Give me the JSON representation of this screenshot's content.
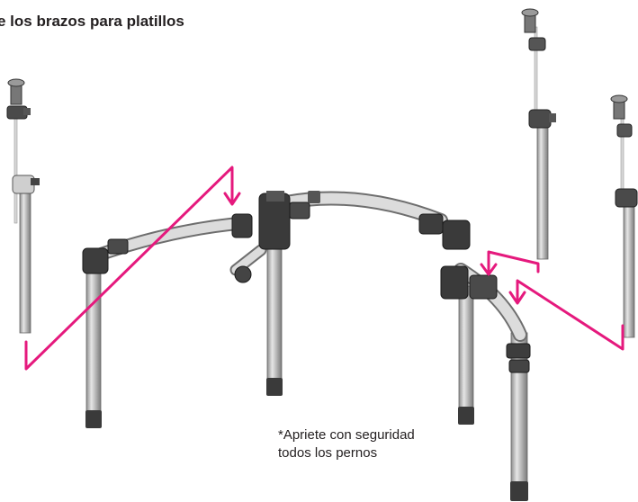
{
  "heading": "e los brazos para platillos",
  "note": {
    "line1": "*Apriete con seguridad",
    "line2": "todos los pernos"
  },
  "colors": {
    "arrow": "#e5197d",
    "metal": "#c9c9c9",
    "metal_dark": "#6d6d6d",
    "clamp": "#3a3a3a"
  }
}
